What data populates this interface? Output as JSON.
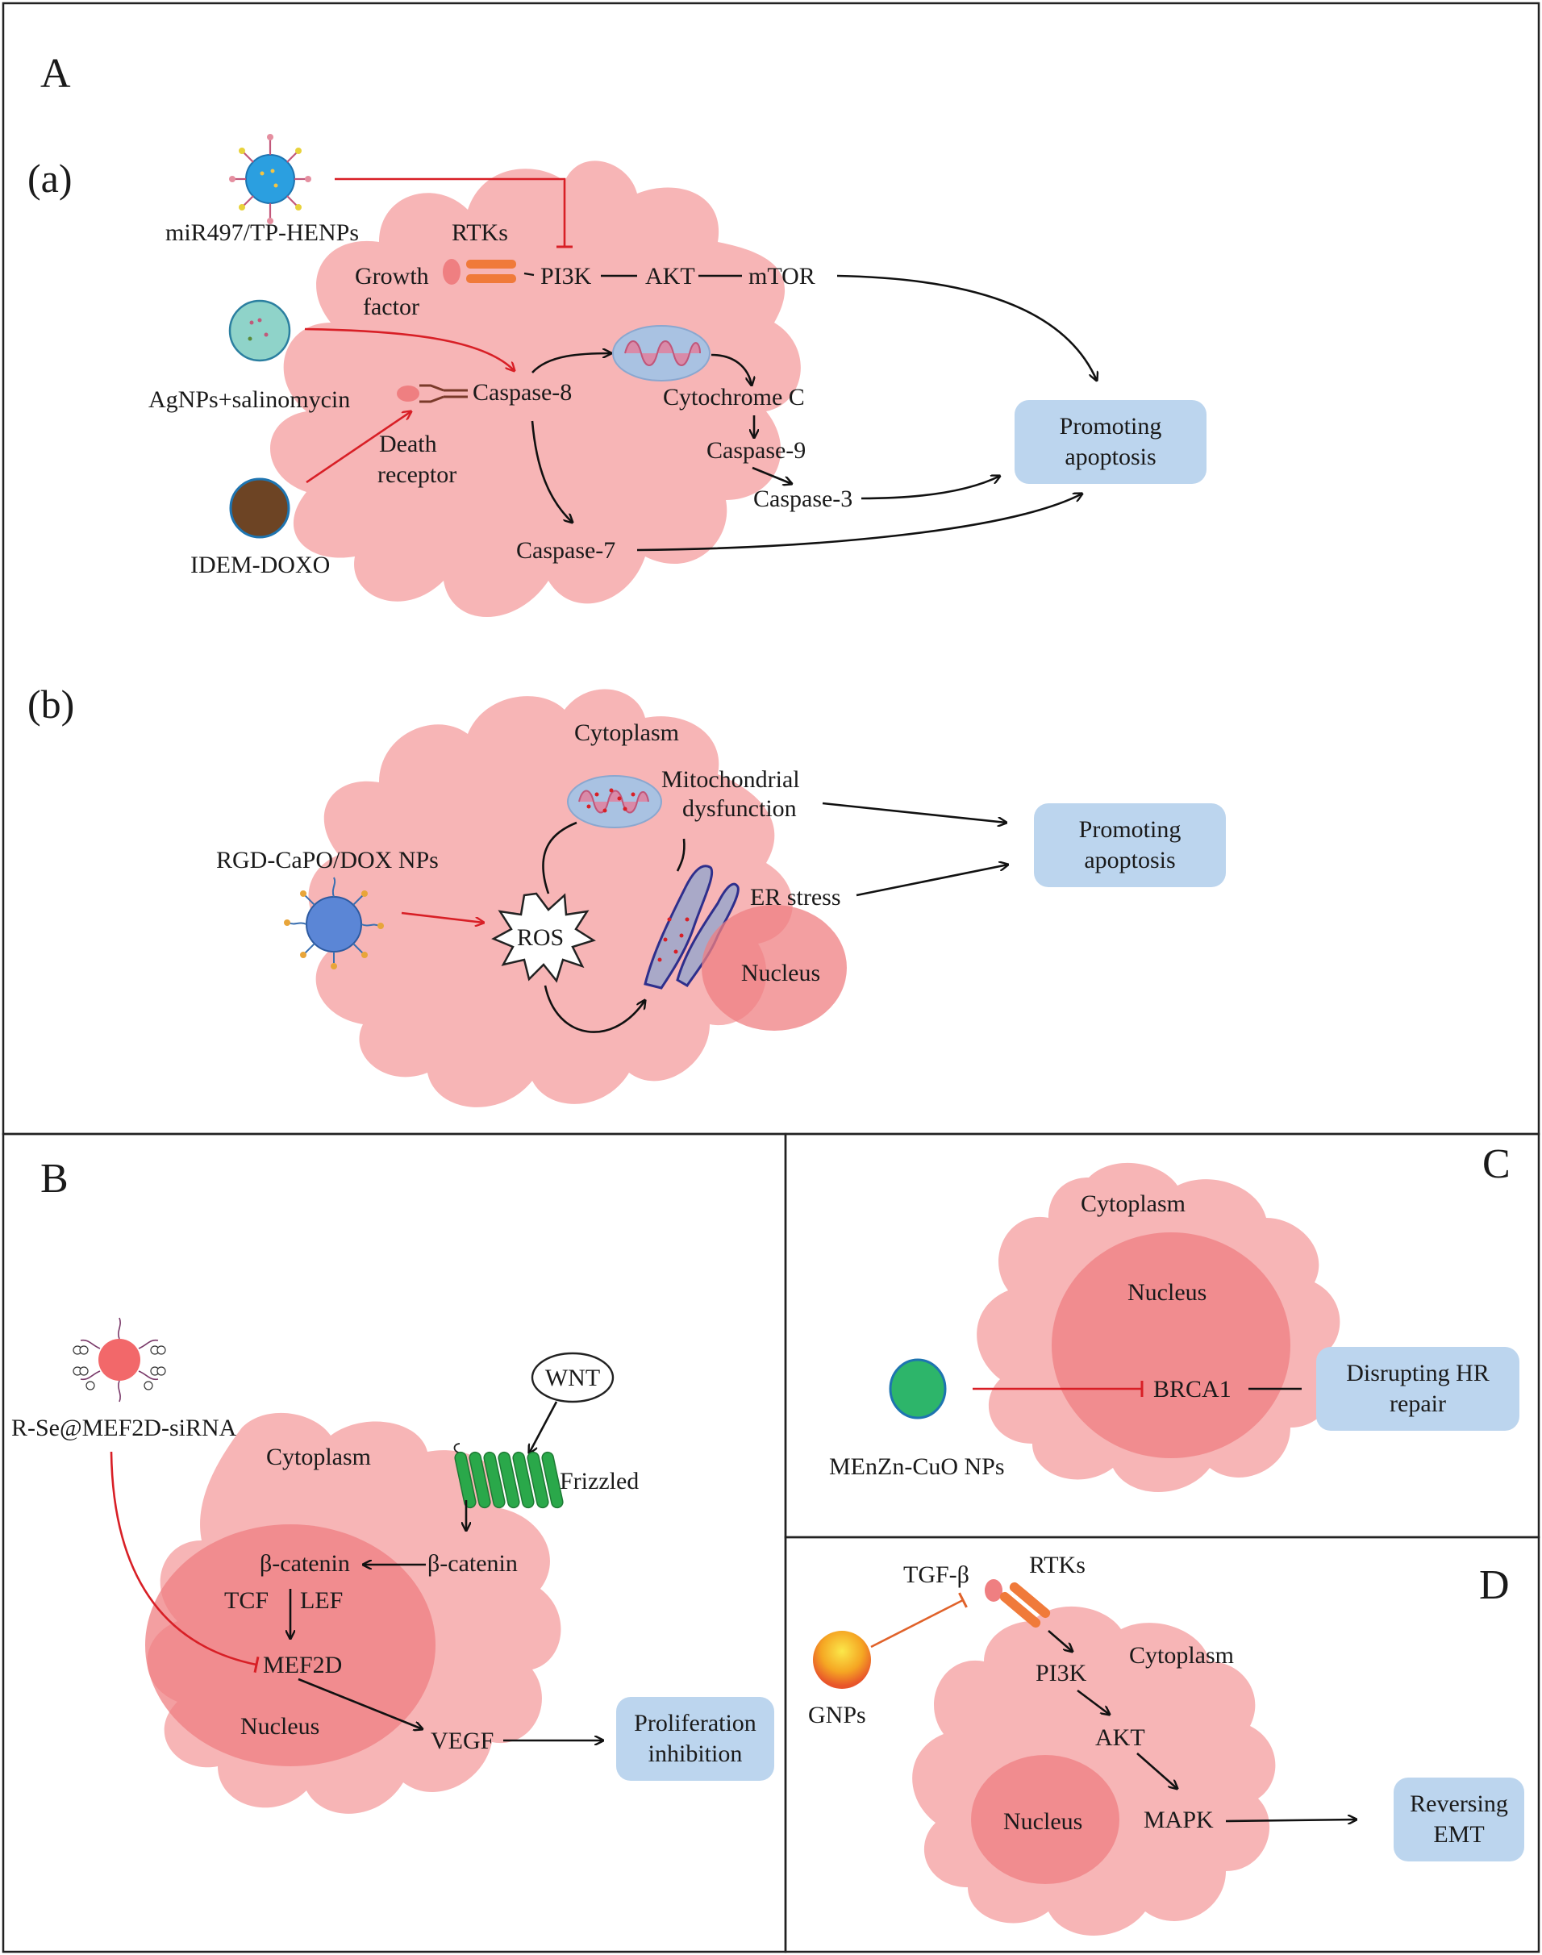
{
  "panels": {
    "A": {
      "letter": "A",
      "a": {
        "letter": "(a)",
        "labels": {
          "mirna": "miR497/TP-HENPs",
          "rtks": "RTKs",
          "growth": "Growth",
          "factor": "factor",
          "pi3k": "PI3K",
          "akt": "AKT",
          "mtor": "mTOR",
          "agnps": "AgNPs+salinomycin",
          "caspase8": "Caspase-8",
          "cytochrome": "Cytochrome C",
          "caspase9": "Caspase-9",
          "caspase3": "Caspase-3",
          "caspase7": "Caspase-7",
          "death": "Death",
          "receptor": "receptor",
          "idem": "IDEM-DOXO",
          "promoting1": "Promoting",
          "apoptosis1": "apoptosis"
        }
      },
      "b": {
        "letter": "(b)",
        "labels": {
          "cytoplasm": "Cytoplasm",
          "mito1": "Mitochondrial",
          "mito2": "dysfunction",
          "rgd": "RGD-CaPO/DOX NPs",
          "ros": "ROS",
          "er": "ER stress",
          "nucleus": "Nucleus",
          "promoting1": "Promoting",
          "apoptosis1": "apoptosis"
        }
      }
    },
    "B": {
      "letter": "B",
      "labels": {
        "rse": "R-Se@MEF2D-siRNA",
        "wnt": "WNT",
        "frizzled": "Frizzled",
        "cytoplasm": "Cytoplasm",
        "bcat_in": "β-catenin",
        "bcat_out": "β-catenin",
        "tcf": "TCF",
        "lef": "LEF",
        "mef2d": "MEF2D",
        "nucleus": "Nucleus",
        "vegf": "VEGF",
        "prolif1": "Proliferation",
        "prolif2": "inhibition"
      }
    },
    "C": {
      "letter": "C",
      "labels": {
        "cytoplasm": "Cytoplasm",
        "nucleus": "Nucleus",
        "brca1": "BRCA1",
        "menzn": "MEnZn-CuO NPs",
        "hr1": "Disrupting HR",
        "hr2": "repair"
      }
    },
    "D": {
      "letter": "D",
      "labels": {
        "tgf": "TGF-β",
        "rtks": "RTKs",
        "cytoplasm": "Cytoplasm",
        "pi3k": "PI3K",
        "akt": "AKT",
        "mapk": "MAPK",
        "nucleus": "Nucleus",
        "gnps": "GNPs",
        "rev1": "Reversing",
        "rev2": "EMT"
      }
    }
  },
  "colors": {
    "cell": "#f7b5b6",
    "nucleus": "#ef7f81",
    "result_box": "#bcd5ee",
    "inhibition_red": "#d81f26",
    "activation_black": "#111111",
    "receptor_orange": "#f07a3a"
  }
}
